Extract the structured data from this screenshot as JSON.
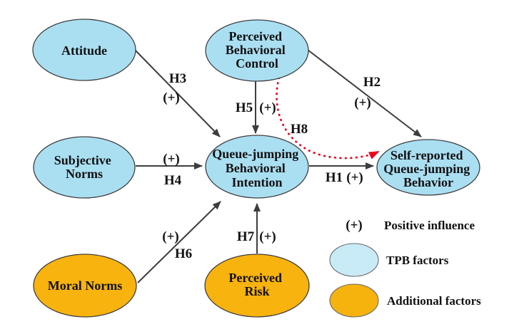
{
  "figure": {
    "description": "Theory of Planned Behavior path model for queue-jumping behavior"
  },
  "colors": {
    "tpb_fill": "#aadff2",
    "additional_fill": "#f8b30e",
    "legend_tpb_fill": "#c9ebf8",
    "legend_additional_fill": "#f6b20d",
    "line": "#3d3d3d",
    "red": "#e8001c",
    "text": "#111111"
  },
  "nodes": {
    "attitude": {
      "lines": [
        "Attitude"
      ]
    },
    "perceived_behavioral_control": {
      "lines": [
        "Perceived",
        "Behavioral",
        "Control"
      ]
    },
    "subjective_norms": {
      "lines": [
        "Subjective",
        "Norms"
      ]
    },
    "queue_jumping_behavioral_intention": {
      "lines": [
        "Queue-jumping",
        "Behavioral",
        "Intention"
      ]
    },
    "self_reported_queue_jumping_behavior": {
      "lines": [
        "Self-reported",
        "Queue-jumping",
        "Behavior"
      ]
    },
    "moral_norms": {
      "lines": [
        "Moral Norms"
      ]
    },
    "perceived_risk": {
      "lines": [
        "Perceived",
        "Risk"
      ]
    }
  },
  "edges": {
    "h1": {
      "label": "H1",
      "sign": "(+)",
      "from": "queue_jumping_behavioral_intention",
      "to": "self_reported_queue_jumping_behavior"
    },
    "h2": {
      "label": "H2",
      "sign": "(+)",
      "from": "perceived_behavioral_control",
      "to": "self_reported_queue_jumping_behavior"
    },
    "h3": {
      "label": "H3",
      "sign": "(+)",
      "from": "attitude",
      "to": "queue_jumping_behavioral_intention"
    },
    "h4": {
      "label": "H4",
      "sign": "(+)",
      "from": "subjective_norms",
      "to": "queue_jumping_behavioral_intention"
    },
    "h5": {
      "label": "H5",
      "sign": "(+)",
      "from": "perceived_behavioral_control",
      "to": "queue_jumping_behavioral_intention"
    },
    "h6": {
      "label": "H6",
      "sign": "(+)",
      "from": "moral_norms",
      "to": "queue_jumping_behavioral_intention"
    },
    "h7": {
      "label": "H7",
      "sign": "(+)",
      "from": "perceived_risk",
      "to": "queue_jumping_behavioral_intention"
    },
    "h8": {
      "label": "H8",
      "from": "perceived_behavioral_control",
      "to": "self_reported_queue_jumping_behavior"
    }
  },
  "legend": {
    "positive_symbol": "(+)",
    "positive_label": "Positive influence",
    "tpb_label": "TPB factors",
    "additional_label": "Additional factors"
  }
}
